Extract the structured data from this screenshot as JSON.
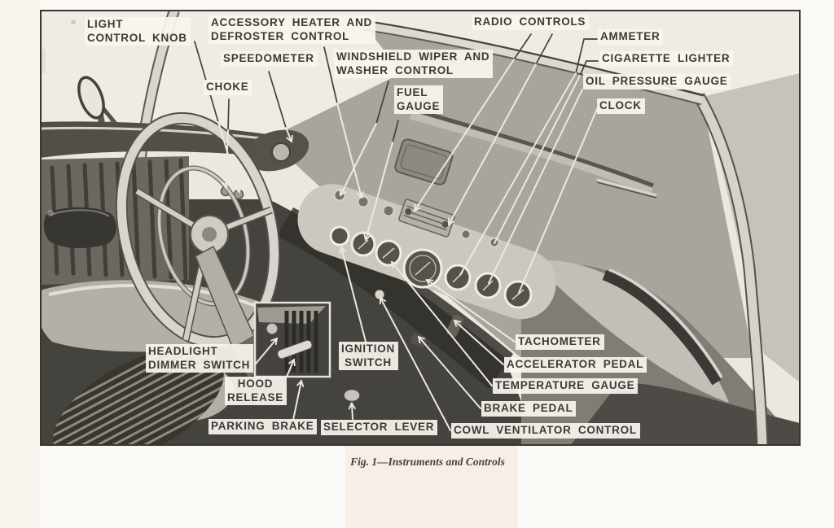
{
  "figure": {
    "caption": "Fig. 1—Instruments and Controls"
  },
  "labels": [
    {
      "id": "light-control-knob",
      "text": "LIGHT\nCONTROL KNOB"
    },
    {
      "id": "accessory-heater-defroster",
      "text": "ACCESSORY HEATER AND\nDEFROSTER CONTROL"
    },
    {
      "id": "speedometer",
      "text": "SPEEDOMETER"
    },
    {
      "id": "windshield-wiper-washer",
      "text": "WINDSHIELD WIPER AND\nWASHER CONTROL"
    },
    {
      "id": "choke",
      "text": "CHOKE"
    },
    {
      "id": "fuel-gauge",
      "text": "FUEL\nGAUGE"
    },
    {
      "id": "radio-controls",
      "text": "RADIO CONTROLS"
    },
    {
      "id": "ammeter",
      "text": "AMMETER"
    },
    {
      "id": "cigarette-lighter",
      "text": "CIGARETTE LIGHTER"
    },
    {
      "id": "oil-pressure-gauge",
      "text": "OIL PRESSURE GAUGE"
    },
    {
      "id": "clock",
      "text": "CLOCK"
    },
    {
      "id": "headlight-dimmer-switch",
      "text": "HEADLIGHT\nDIMMER SWITCH"
    },
    {
      "id": "hood-release",
      "text": "HOOD\nRELEASE"
    },
    {
      "id": "parking-brake",
      "text": "PARKING BRAKE"
    },
    {
      "id": "ignition-switch",
      "text": "IGNITION\nSWITCH"
    },
    {
      "id": "selector-lever",
      "text": "SELECTOR LEVER"
    },
    {
      "id": "tachometer",
      "text": "TACHOMETER"
    },
    {
      "id": "accelerator-pedal",
      "text": "ACCELERATOR PEDAL"
    },
    {
      "id": "temperature-gauge",
      "text": "TEMPERATURE GAUGE"
    },
    {
      "id": "brake-pedal",
      "text": "BRAKE PEDAL"
    },
    {
      "id": "cowl-ventilator-control",
      "text": "COWL VENTILATOR CONTROL"
    }
  ],
  "colors": {
    "page_background": "#fbf9f5",
    "photo_paper": "#ebe8df",
    "label_background": "#f7f5ee",
    "label_text": "#3c3a35",
    "leader_line_dark": "#45423c",
    "leader_line_light": "#ebe8df",
    "photo_border": "#38362f"
  }
}
